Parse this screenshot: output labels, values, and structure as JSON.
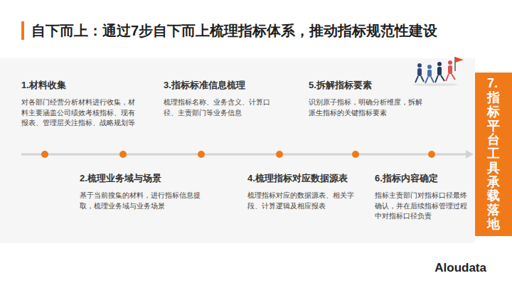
{
  "diagram": {
    "title": "自下而上：通过7步自下而上梳理指标体系，推动指标规范性建设",
    "nodes": [
      {
        "text": [
          "1.材料收集",
          "对各部门经营分析材料进行收集，材料主要涵盖公司绩效考核指标、现有报表、管理层关注指标、战略规划等"
        ]
      },
      {
        "text": [
          "2.梳理业务域与场景",
          "基于当前搜集的材料，进行指标信息提取，梳理业务域与业务场景"
        ]
      },
      {
        "text": [
          "3.指标标准信息梳理",
          "梳理指标名称、业务含义、计算口径、主责部门等业务信息"
        ]
      },
      {
        "text": [
          "4.梳理指标对应数据源表",
          "梳理指标对应的数据源表、相关字段、计算逻辑及相应报表"
        ]
      },
      {
        "text": [
          "5.拆解指标要素",
          "识别原子指标，明确分析维度，拆解派生指标的关键指标要素"
        ]
      },
      {
        "text": [
          "6.指标内容确定",
          "指标主责部门对指标口径最终确认，并在后续指标管理过程中对指标口径负责"
        ]
      },
      {
        "text": [
          "7.指标平台工具承载落地"
        ]
      }
    ],
    "labels": [
      "Aloudata"
    ]
  }
}
